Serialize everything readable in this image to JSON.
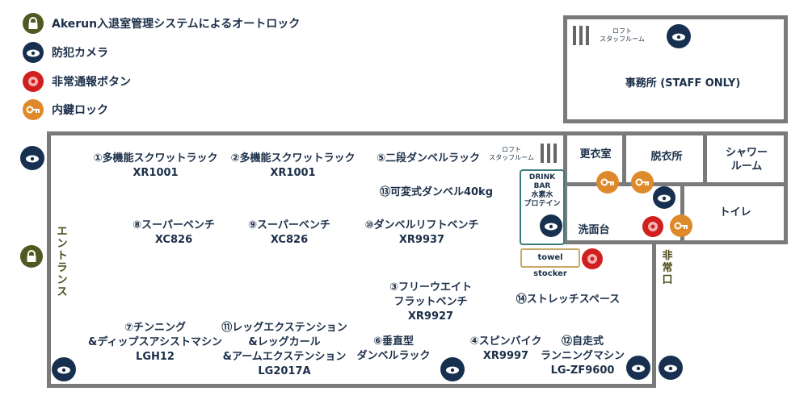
{
  "legend": [
    {
      "icon": "lock",
      "label": "Akerun入退室管理システムによるオートロック"
    },
    {
      "icon": "camera",
      "label": "防犯カメラ"
    },
    {
      "icon": "alarm",
      "label": "非常通報ボタン"
    },
    {
      "icon": "key",
      "label": "内鍵ロック"
    }
  ],
  "staff_room": {
    "loft_l1": "ロフト",
    "loft_l2": "スタッフルーム",
    "office": "事務所 (STAFF ONLY)"
  },
  "main_loft": {
    "l1": "ロフト",
    "l2": "スタッフルーム"
  },
  "equipment": {
    "e1": {
      "l1": "①多機能スクワットラック",
      "l2": "XR1001"
    },
    "e2": {
      "l1": "②多機能スクワットラック",
      "l2": "XR1001"
    },
    "e5": {
      "l1": "⑤二段ダンベルラック"
    },
    "e13": {
      "l1": "⑬可変式ダンベル40kg"
    },
    "e8": {
      "l1": "⑧スーパーベンチ",
      "l2": "XC826"
    },
    "e9": {
      "l1": "⑨スーパーベンチ",
      "l2": "XC826"
    },
    "e10": {
      "l1": "⑩ダンベルリフトベンチ",
      "l2": "XR9937"
    },
    "e3": {
      "l1": "③フリーウエイト",
      "l2": "フラットベンチ",
      "l3": "XR9927"
    },
    "e14": {
      "l1": "⑭ストレッチスペース"
    },
    "e7": {
      "l1": "⑦チンニング",
      "l2": "&ディップスアシストマシン",
      "l3": "LGH12"
    },
    "e11": {
      "l1": "⑪レッグエクステンション",
      "l2": "&レッグカール",
      "l3": "&アームエクステンション",
      "l4": "LG2017A"
    },
    "e6": {
      "l1": "⑥垂直型",
      "l2": "ダンベルラック"
    },
    "e4": {
      "l1": "④スピンバイク",
      "l2": "XR9997"
    },
    "e12": {
      "l1": "⑫自走式",
      "l2": "ランニングマシン",
      "l3": "LG-ZF9600"
    }
  },
  "drink_bar": {
    "l1": "DRINK",
    "l2": "BAR",
    "l3": "水素水",
    "l4": "プロテイン"
  },
  "towel": "towel stocker",
  "rooms": {
    "changing": "更衣室",
    "dressing": "脱衣所",
    "shower_l1": "シャワー",
    "shower_l2": "ルーム",
    "toilet": "トイレ",
    "washbasin": "洗面台"
  },
  "entrance": [
    "エ",
    "ン",
    "ト",
    "ラ",
    "ン",
    "ス"
  ],
  "emergency": [
    "非",
    "常",
    "口"
  ],
  "colors": {
    "navy": "#17304f",
    "alarm_red": "#d11f1f",
    "key_orange": "#de8a2a",
    "lock_olive": "#4e5a22",
    "wall_gray": "#7a7a7a"
  }
}
